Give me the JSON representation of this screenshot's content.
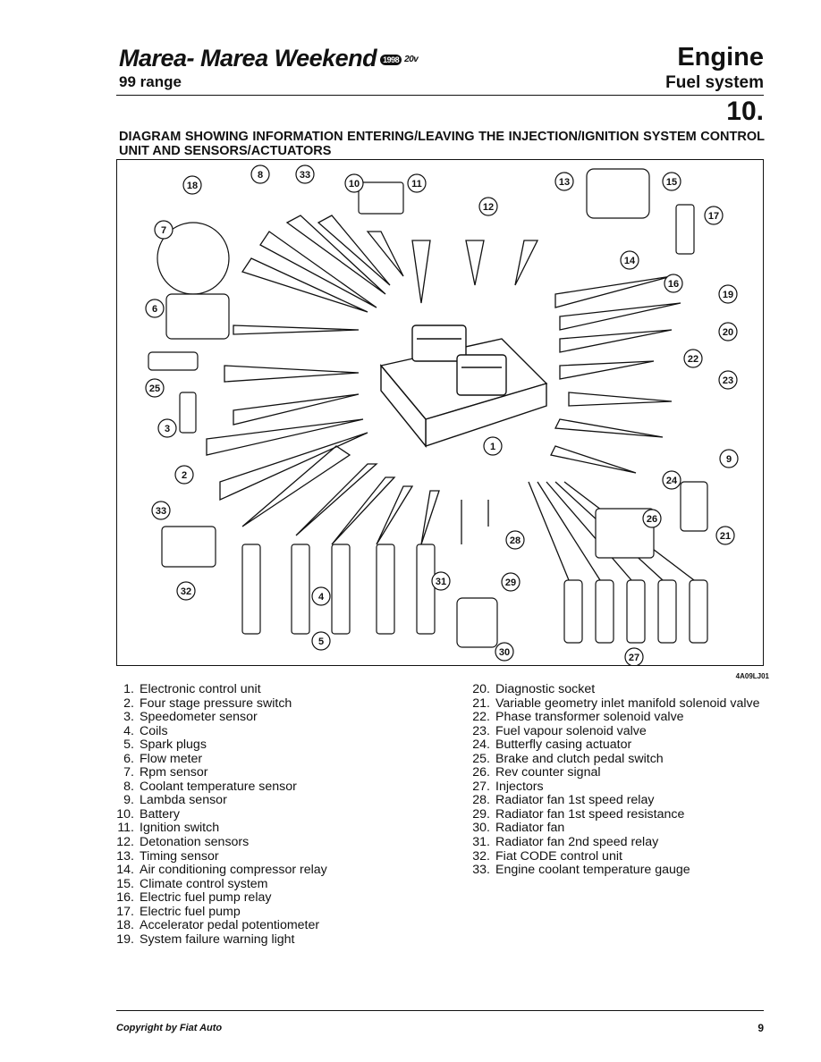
{
  "header": {
    "title": "Marea- Marea Weekend",
    "badge": "1998",
    "badge_suffix": "20v",
    "subtitle": "99 range",
    "section": "Engine",
    "subsection": "Fuel system",
    "chapter": "10."
  },
  "caption": "DIAGRAM SHOWING INFORMATION ENTERING/LEAVING THE INJECTION/IGNITION SYSTEM CONTROL UNIT AND SENSORS/ACTUATORS",
  "diagram_ref": "4A09LJ01",
  "callouts": [
    "1",
    "2",
    "3",
    "4",
    "5",
    "6",
    "7",
    "8",
    "9",
    "10",
    "11",
    "12",
    "13",
    "14",
    "15",
    "16",
    "17",
    "18",
    "19",
    "20",
    "21",
    "22",
    "23",
    "24",
    "25",
    "26",
    "27",
    "28",
    "29",
    "30",
    "31",
    "32",
    "33",
    "33"
  ],
  "legend_left": [
    {
      "n": "1.",
      "t": "Electronic control unit"
    },
    {
      "n": "2.",
      "t": "Four stage pressure switch"
    },
    {
      "n": "3.",
      "t": "Speedometer sensor"
    },
    {
      "n": "4.",
      "t": "Coils"
    },
    {
      "n": "5.",
      "t": "Spark plugs"
    },
    {
      "n": "6.",
      "t": "Flow meter"
    },
    {
      "n": "7.",
      "t": "Rpm sensor"
    },
    {
      "n": "8.",
      "t": "Coolant temperature sensor"
    },
    {
      "n": "9.",
      "t": "Lambda sensor"
    },
    {
      "n": "10.",
      "t": "Battery"
    },
    {
      "n": "11.",
      "t": "Ignition switch"
    },
    {
      "n": "12.",
      "t": "Detonation sensors"
    },
    {
      "n": "13.",
      "t": "Timing sensor"
    },
    {
      "n": "14.",
      "t": "Air conditioning compressor relay"
    },
    {
      "n": "15.",
      "t": "Climate control system"
    },
    {
      "n": "16.",
      "t": "Electric fuel pump relay"
    },
    {
      "n": "17.",
      "t": "Electric fuel pump"
    },
    {
      "n": "18.",
      "t": "Accelerator pedal potentiometer"
    },
    {
      "n": "19.",
      "t": "System failure warning light"
    }
  ],
  "legend_right": [
    {
      "n": "20.",
      "t": "Diagnostic socket"
    },
    {
      "n": "21.",
      "t": "Variable geometry inlet manifold solenoid valve"
    },
    {
      "n": "22.",
      "t": "Phase transformer solenoid valve"
    },
    {
      "n": "23.",
      "t": "Fuel vapour solenoid valve"
    },
    {
      "n": "24.",
      "t": "Butterfly casing actuator"
    },
    {
      "n": "25.",
      "t": "Brake and clutch pedal switch"
    },
    {
      "n": "26.",
      "t": "Rev counter signal"
    },
    {
      "n": "27.",
      "t": "Injectors"
    },
    {
      "n": "28.",
      "t": "Radiator fan 1st speed relay"
    },
    {
      "n": "29.",
      "t": "Radiator fan 1st speed resistance"
    },
    {
      "n": "30.",
      "t": "Radiator fan"
    },
    {
      "n": "31.",
      "t": "Radiator fan 2nd speed relay"
    },
    {
      "n": "32.",
      "t": "Fiat CODE control unit"
    },
    {
      "n": "33.",
      "t": "Engine coolant temperature gauge"
    }
  ],
  "footer": {
    "copyright": "Copyright by Fiat Auto",
    "page": "9"
  }
}
